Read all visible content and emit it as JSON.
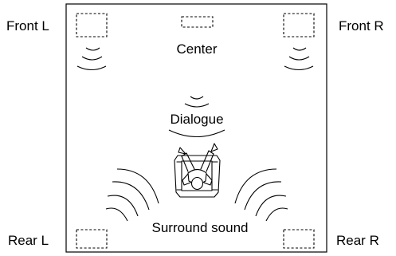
{
  "labels": {
    "front_left": "Front L",
    "front_right": "Front R",
    "center": "Center",
    "dialogue": "Dialogue",
    "surround": "Surround sound",
    "rear_left": "Rear L",
    "rear_right": "Rear R"
  },
  "colors": {
    "line": "#000000",
    "background": "#ffffff"
  },
  "icons": {
    "speaker": "speaker-icon",
    "listener": "listener-in-chair-icon"
  }
}
